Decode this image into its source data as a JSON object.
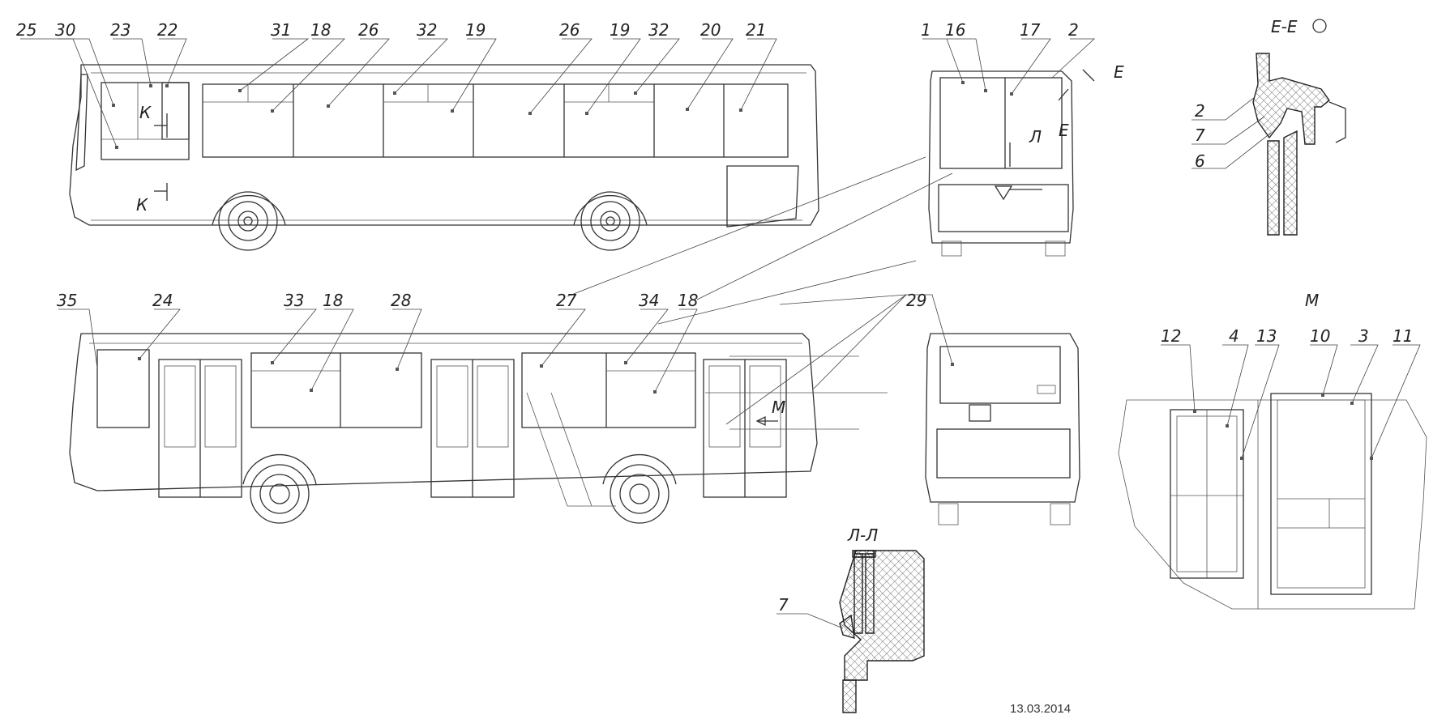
{
  "date": "13.03.2014",
  "section_titles": {
    "ee": "Е-Е",
    "ll": "Л-Л",
    "m": "М"
  },
  "cut_letters": {
    "k": "К",
    "e": "Е",
    "l": "Л",
    "m": "М"
  },
  "callouts": {
    "side_top": [
      "25",
      "30",
      "23",
      "22",
      "31",
      "18",
      "26",
      "32",
      "19",
      "26",
      "19",
      "32",
      "20",
      "21"
    ],
    "side_bottom": [
      "35",
      "24",
      "33",
      "18",
      "28",
      "27",
      "34",
      "18",
      "29"
    ],
    "rear_top": [
      "1",
      "16",
      "17",
      "2"
    ],
    "section_ee": [
      "2",
      "7",
      "6"
    ],
    "section_ll": [
      "7"
    ],
    "detail_m": [
      "12",
      "4",
      "13",
      "10",
      "3",
      "11"
    ]
  }
}
